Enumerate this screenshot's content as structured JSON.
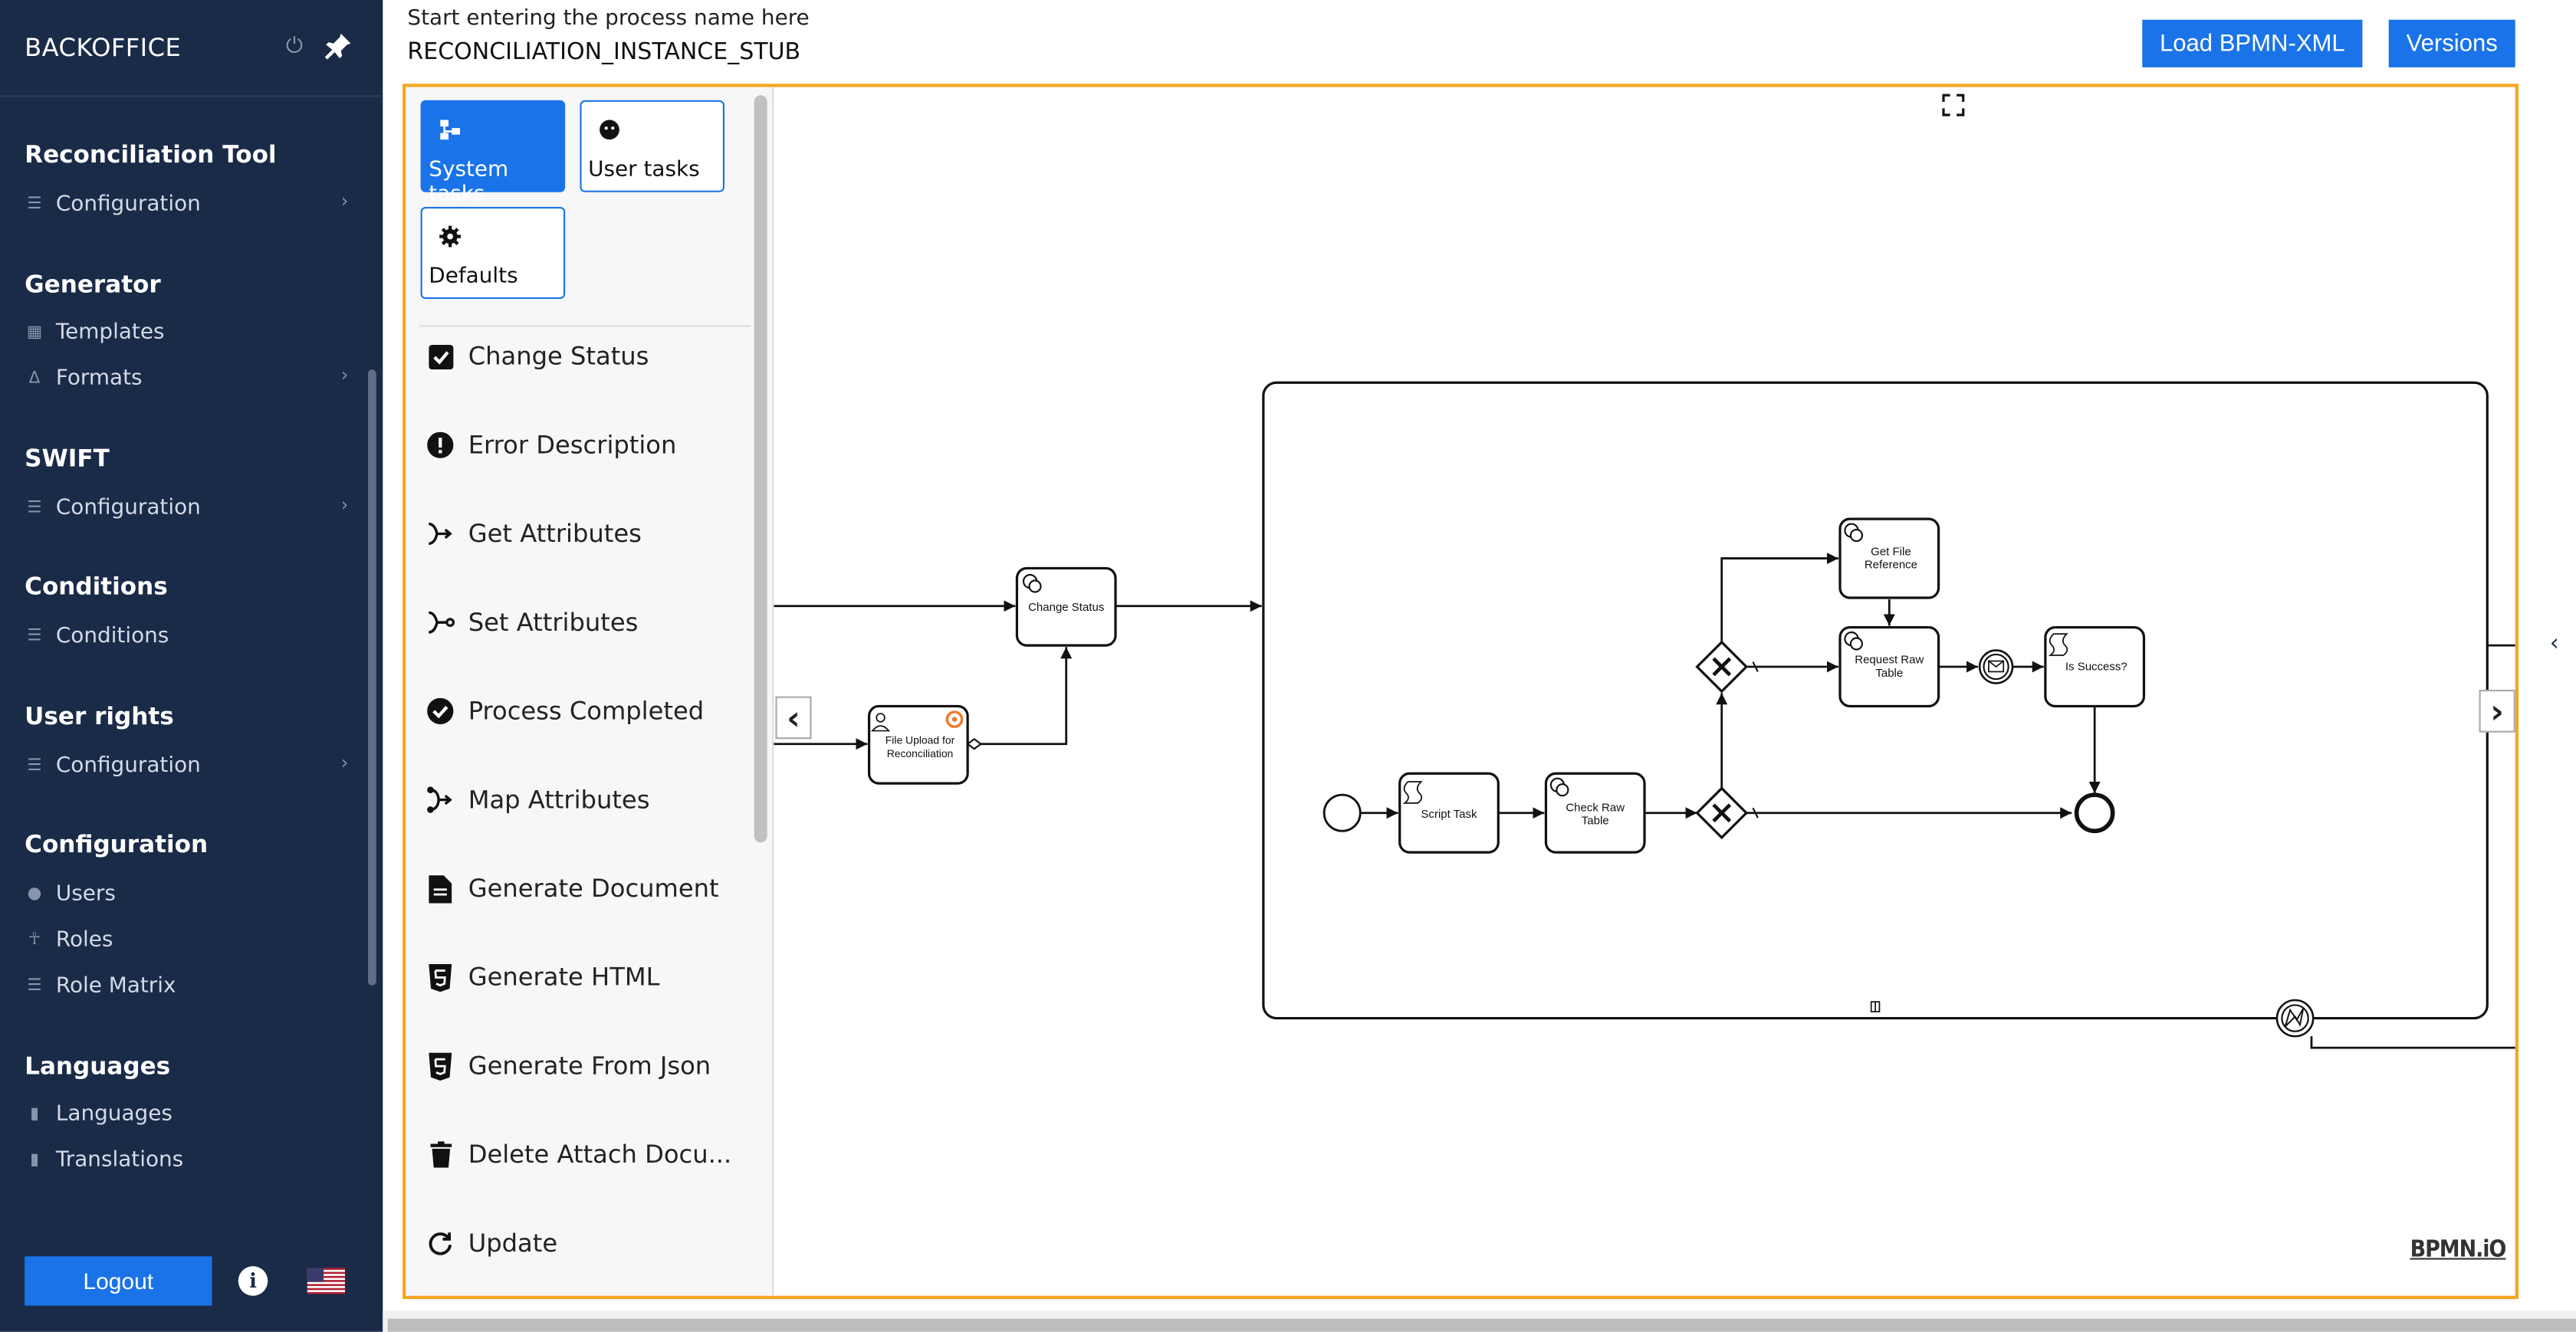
{
  "app": {
    "title": "BACKOFFICE"
  },
  "sidebar": {
    "groups": [
      {
        "title": "Reconciliation Tool",
        "items": [
          {
            "label": "Configuration",
            "icon": "list-icon",
            "has_submenu": true
          }
        ]
      },
      {
        "title": "Generator",
        "items": [
          {
            "label": "Templates",
            "icon": "table-icon",
            "has_submenu": false
          },
          {
            "label": "Formats",
            "icon": "format-icon",
            "has_submenu": true
          }
        ]
      },
      {
        "title": "SWIFT",
        "items": [
          {
            "label": "Configuration",
            "icon": "list-icon",
            "has_submenu": true
          }
        ]
      },
      {
        "title": "Conditions",
        "items": [
          {
            "label": "Conditions",
            "icon": "list-icon",
            "has_submenu": false
          }
        ]
      },
      {
        "title": "User rights",
        "items": [
          {
            "label": "Configuration",
            "icon": "list-icon",
            "has_submenu": true
          }
        ]
      },
      {
        "title": "Configuration",
        "items": [
          {
            "label": "Users",
            "icon": "user-circle-icon",
            "has_submenu": false
          },
          {
            "label": "Roles",
            "icon": "person-icon",
            "has_submenu": false
          },
          {
            "label": "Role Matrix",
            "icon": "list-icon",
            "has_submenu": false
          }
        ]
      },
      {
        "title": "Languages",
        "items": [
          {
            "label": "Languages",
            "icon": "file-icon",
            "has_submenu": false
          },
          {
            "label": "Translations",
            "icon": "file-icon",
            "has_submenu": false
          }
        ]
      }
    ],
    "footer": {
      "logout_label": "Logout",
      "info_label": "i"
    }
  },
  "topbar": {
    "process_placeholder": "Start entering the process name here",
    "process_name": "RECONCILIATION_INSTANCE_STUB",
    "load_bpmn_label": "Load BPMN-XML",
    "versions_label": "Versions"
  },
  "palette": {
    "tabs": [
      {
        "label": "System tasks",
        "icon": "system-tasks-icon",
        "active": true
      },
      {
        "label": "User tasks",
        "icon": "user-tasks-icon",
        "active": false
      },
      {
        "label": "Defaults",
        "icon": "gear-icon",
        "active": false
      }
    ],
    "items": [
      {
        "label": "Change Status",
        "icon": "checkbox-icon"
      },
      {
        "label": "Error Description",
        "icon": "error-icon"
      },
      {
        "label": "Get Attributes",
        "icon": "get-attributes-icon"
      },
      {
        "label": "Set Attributes",
        "icon": "set-attributes-icon"
      },
      {
        "label": "Process Completed",
        "icon": "check-circle-icon"
      },
      {
        "label": "Map Attributes",
        "icon": "map-attributes-icon"
      },
      {
        "label": "Generate Document",
        "icon": "document-icon"
      },
      {
        "label": "Generate HTML",
        "icon": "html5-icon"
      },
      {
        "label": "Generate From Json",
        "icon": "html5-icon"
      },
      {
        "label": "Delete Attach Docu...",
        "icon": "trash-icon"
      },
      {
        "label": "Update",
        "icon": "refresh-icon"
      }
    ]
  },
  "diagram": {
    "tasks": {
      "change_status": "Change Status",
      "file_upload": [
        "File Upload for",
        "Reconciliation"
      ],
      "script_task": "Script Task",
      "check_raw_table": [
        "Check Raw",
        "Table"
      ],
      "get_file_reference": [
        "Get File",
        "Reference"
      ],
      "request_raw_table": [
        "Request Raw",
        "Table"
      ],
      "is_success": "Is Success?"
    },
    "logo": "BPMN.iO"
  },
  "colors": {
    "sidebar_bg": "#1a2b48",
    "accent": "#1a73e8",
    "editor_border": "#f5a623"
  }
}
